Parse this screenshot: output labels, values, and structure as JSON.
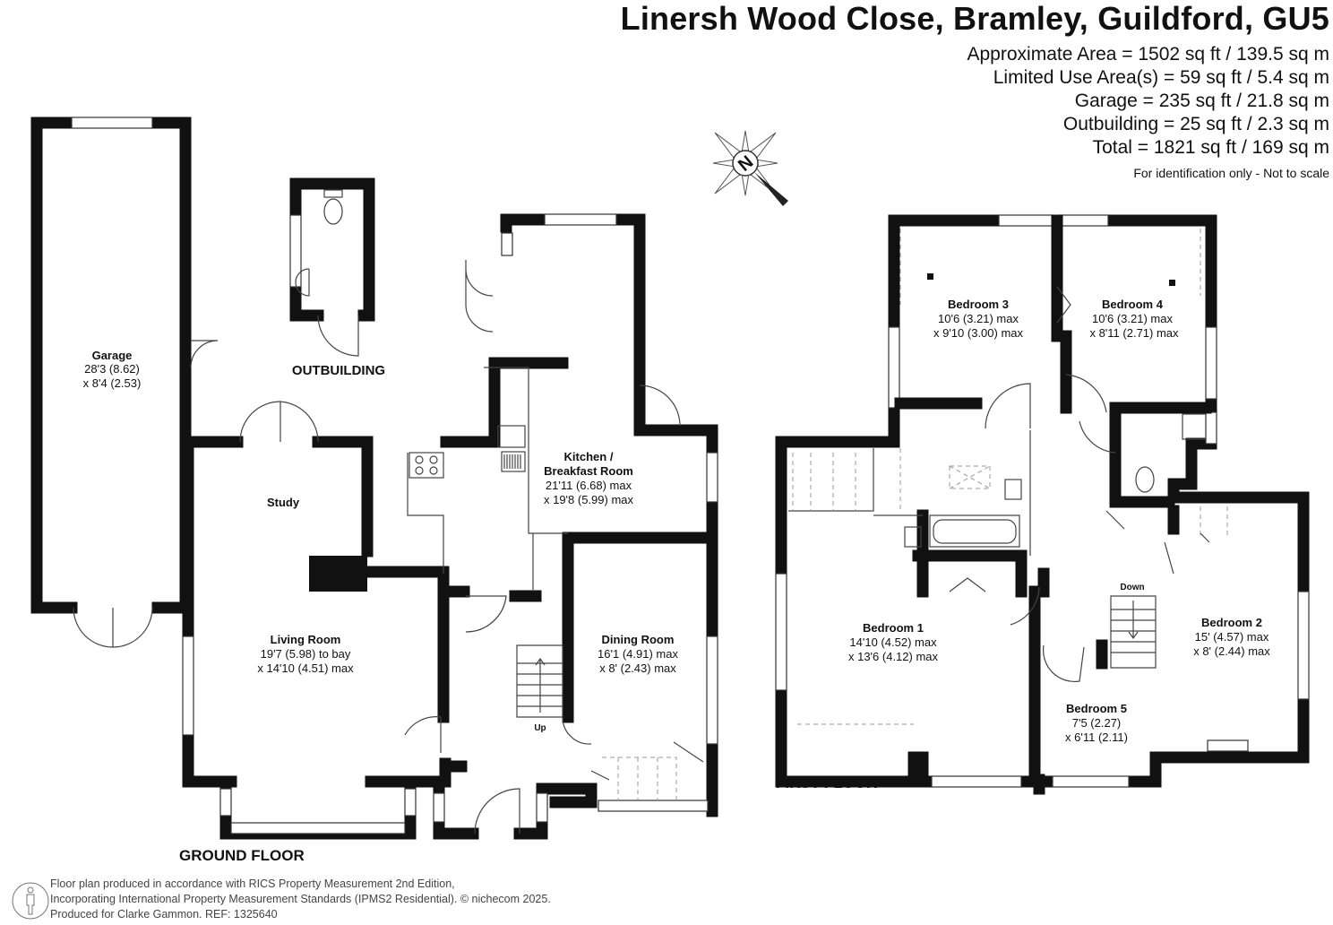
{
  "title": "Linersh Wood Close, Bramley, Guildford, GU5",
  "areas": [
    "Approximate Area = 1502 sq ft / 139.5 sq m",
    "Limited Use Area(s) = 59 sq ft / 5.4 sq m",
    "Garage = 235 sq ft / 21.8 sq m",
    "Outbuilding = 25 sq ft / 2.3 sq m",
    "Total = 1821 sq ft / 169 sq m"
  ],
  "note": "For identification only - Not to scale",
  "compass": {
    "label": "N",
    "icon": "compass-icon"
  },
  "ground_floor": {
    "label": "GROUND FLOOR",
    "rooms": {
      "garage": {
        "name": "Garage",
        "dim1": "28'3 (8.62)",
        "dim2": "x 8'4 (2.53)"
      },
      "outbuilding": {
        "name": "OUTBUILDING"
      },
      "study": {
        "name": "Study"
      },
      "kitchen": {
        "name": "Kitchen /",
        "name2": "Breakfast Room",
        "dim1": "21'11 (6.68) max",
        "dim2": "x 19'8 (5.99) max"
      },
      "living": {
        "name": "Living Room",
        "dim1": "19'7 (5.98) to bay",
        "dim2": "x 14'10 (4.51) max"
      },
      "dining": {
        "name": "Dining Room",
        "dim1": "16'1 (4.91) max",
        "dim2": "x 8' (2.43) max"
      }
    },
    "stairs_label": "Up"
  },
  "first_floor": {
    "label": "FIRST FLOOR",
    "rooms": {
      "bed3": {
        "name": "Bedroom 3",
        "dim1": "10'6 (3.21) max",
        "dim2": "x 9'10 (3.00) max"
      },
      "bed4": {
        "name": "Bedroom 4",
        "dim1": "10'6 (3.21) max",
        "dim2": "x 8'11 (2.71) max"
      },
      "bed1": {
        "name": "Bedroom 1",
        "dim1": "14'10 (4.52) max",
        "dim2": "x 13'6 (4.12) max"
      },
      "bed2": {
        "name": "Bedroom 2",
        "dim1": "15' (4.57) max",
        "dim2": "x 8' (2.44) max"
      },
      "bed5": {
        "name": "Bedroom 5",
        "dim1": "7'5 (2.27)",
        "dim2": "x 6'11 (2.11)"
      }
    },
    "stairs_label": "Down"
  },
  "footer": {
    "line1": "Floor plan produced in accordance with RICS Property Measurement 2nd Edition,",
    "line2": "Incorporating International Property Measurement Standards (IPMS2 Residential).   © nichecom 2025.",
    "line3": "Produced for Clarke Gammon.   REF:  1325640"
  }
}
